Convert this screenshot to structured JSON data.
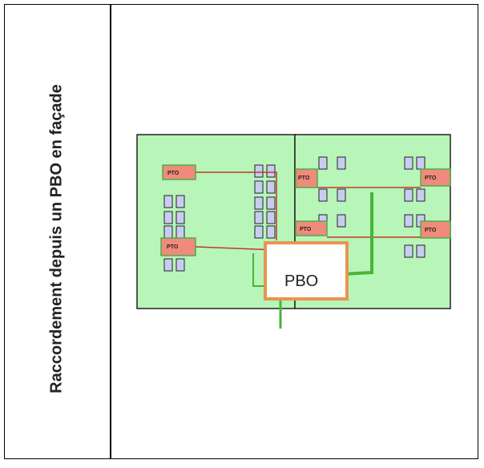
{
  "row_label": "Raccordement depuis un PBO en façade",
  "diagram": {
    "pto_label": "PTO",
    "pbo_label": "PBO"
  },
  "colors": {
    "building_fill": "#b8f5b8",
    "window_fill": "#c8cdf0",
    "pto_fill": "#f08a7a",
    "pto_border": "#4cae4c",
    "pbo_border": "#e8954f",
    "red_line": "#c0392b",
    "green_cable": "#49b43a"
  }
}
